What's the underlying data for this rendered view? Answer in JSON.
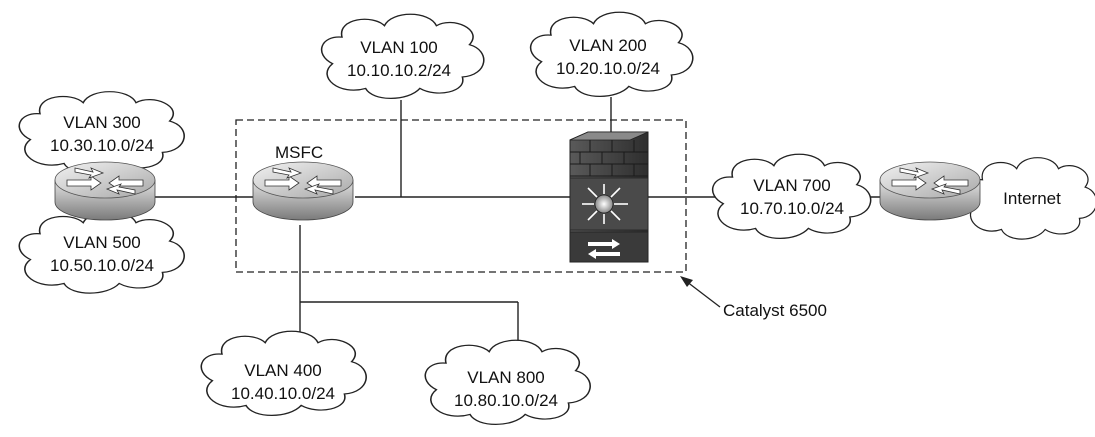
{
  "clouds": {
    "vlan100": {
      "name": "VLAN 100",
      "subnet": "10.10.10.2/24"
    },
    "vlan200": {
      "name": "VLAN 200",
      "subnet": "10.20.10.0/24"
    },
    "vlan300": {
      "name": "VLAN 300",
      "subnet": "10.30.10.0/24"
    },
    "vlan500": {
      "name": "VLAN 500",
      "subnet": "10.50.10.0/24"
    },
    "vlan700": {
      "name": "VLAN 700",
      "subnet": "10.70.10.0/24"
    },
    "vlan400": {
      "name": "VLAN 400",
      "subnet": "10.40.10.0/24"
    },
    "vlan800": {
      "name": "VLAN 800",
      "subnet": "10.80.10.0/24"
    },
    "internet": {
      "name": "Internet"
    }
  },
  "labels": {
    "msfc": "MSFC",
    "catalyst": "Catalyst 6500"
  },
  "icons": {
    "router": "router-icon",
    "firewall_switch": "firewall-switch-icon"
  },
  "colors": {
    "line": "#222222",
    "device_fill": "#c8c8c8",
    "firewall_dark": "#3a3a3a"
  }
}
